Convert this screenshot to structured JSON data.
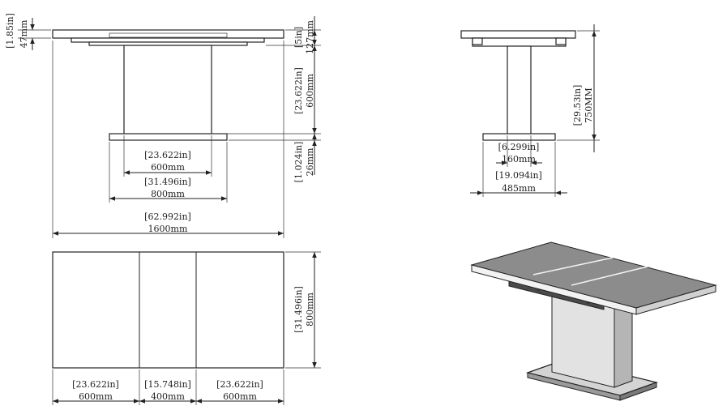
{
  "colors": {
    "line": "#222222",
    "tabletop_3d": "#8c8c8c",
    "leg_3d": "#d4d4d4",
    "background": "#ffffff"
  },
  "front_view": {
    "top_thickness_in": "[1.85in]",
    "top_thickness_mm": "47mm",
    "apron_in": "[5in]",
    "apron_mm": "127mm",
    "leg_height_in": "[23.622in]",
    "leg_height_mm": "600mm",
    "base_thickness_in": "[1.024in]",
    "base_thickness_mm": "26mm",
    "leg_width_in": "[23.622in]",
    "leg_width_mm": "600mm",
    "base_width_in": "[31.496in]",
    "base_width_mm": "800mm",
    "overall_width_in": "[62.992in]",
    "overall_width_mm": "1600mm"
  },
  "side_view": {
    "height_in": "[29.53in]",
    "height_mm": "750MM",
    "leg_depth_in": "[6.299in]",
    "leg_depth_mm": "160mm",
    "base_depth_in": "[19.094in]",
    "base_depth_mm": "485mm"
  },
  "top_view": {
    "depth_in": "[31.496in]",
    "depth_mm": "800mm",
    "left_leaf_in": "[23.622in]",
    "left_leaf_mm": "600mm",
    "middle_leaf_in": "[15.748in]",
    "middle_leaf_mm": "400mm",
    "right_leaf_in": "[23.622in]",
    "right_leaf_mm": "600mm"
  }
}
